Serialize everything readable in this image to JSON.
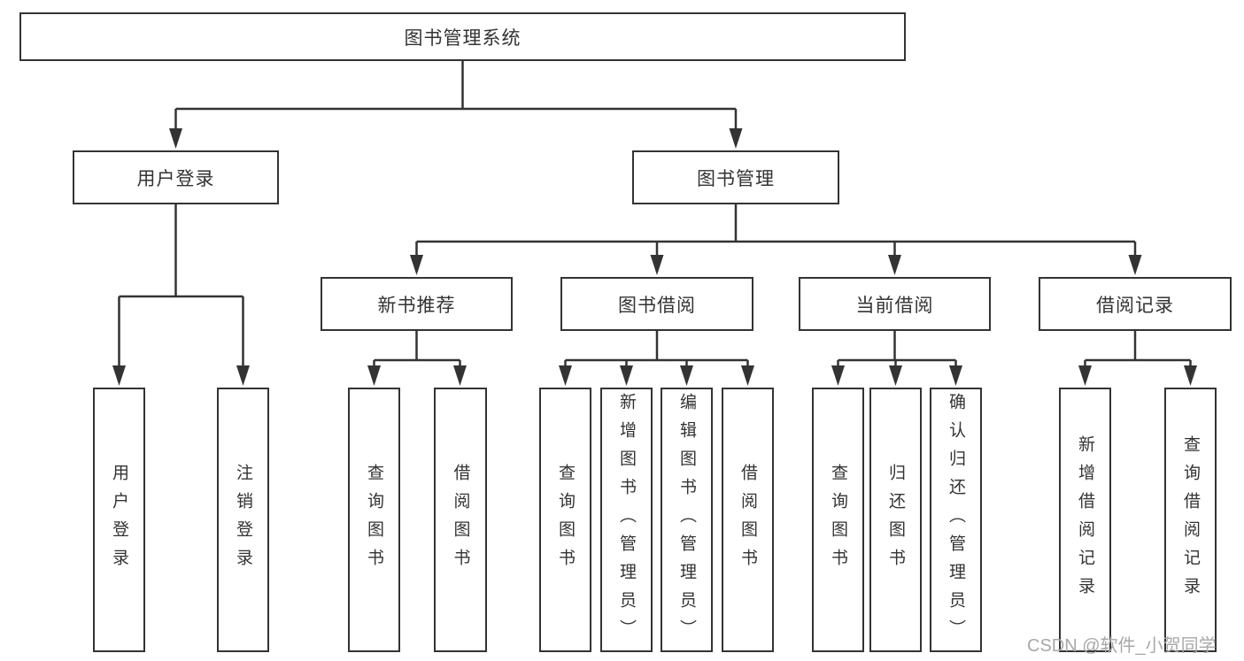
{
  "diagram": {
    "nodes": {
      "root": "图书管理系统",
      "userLogin": "用户登录",
      "bookMgmt": "图书管理",
      "newBooks": "新书推荐",
      "bookBorrow": "图书借阅",
      "currentBorrow": "当前借阅",
      "borrowRecords": "借阅记录",
      "leafUserLogin": "用户登录",
      "leafLogout": "注销登录",
      "leafQueryBooks1": "查询图书",
      "leafBorrowBooks1": "借阅图书",
      "leafQueryBooks2": "查询图书",
      "leafAddBooks": "新增图书（管理员）",
      "leafEditBooks": "编辑图书（管理员）",
      "leafBorrowBooks2": "借阅图书",
      "leafQueryBooks3": "查询图书",
      "leafReturnBooks": "归还图书",
      "leafConfirmReturn": "确认归还（管理员）",
      "leafAddRecord": "新增借阅记录",
      "leafQueryRecord": "查询借阅记录"
    },
    "tree": {
      "label": "图书管理系统",
      "children": [
        {
          "label": "用户登录",
          "children": [
            {
              "label": "用户登录"
            },
            {
              "label": "注销登录"
            }
          ]
        },
        {
          "label": "图书管理",
          "children": [
            {
              "label": "新书推荐",
              "children": [
                {
                  "label": "查询图书"
                },
                {
                  "label": "借阅图书"
                }
              ]
            },
            {
              "label": "图书借阅",
              "children": [
                {
                  "label": "查询图书"
                },
                {
                  "label": "新增图书（管理员）"
                },
                {
                  "label": "编辑图书（管理员）"
                },
                {
                  "label": "借阅图书"
                }
              ]
            },
            {
              "label": "当前借阅",
              "children": [
                {
                  "label": "查询图书"
                },
                {
                  "label": "归还图书"
                },
                {
                  "label": "确认归还（管理员）"
                }
              ]
            },
            {
              "label": "借阅记录",
              "children": [
                {
                  "label": "新增借阅记录"
                },
                {
                  "label": "查询借阅记录"
                }
              ]
            }
          ]
        }
      ]
    }
  },
  "watermark": "CSDN @软件_小贺同学",
  "colors": {
    "line": "#333333",
    "text": "#333333",
    "background": "#ffffff",
    "watermark": "#a8a8a8"
  }
}
